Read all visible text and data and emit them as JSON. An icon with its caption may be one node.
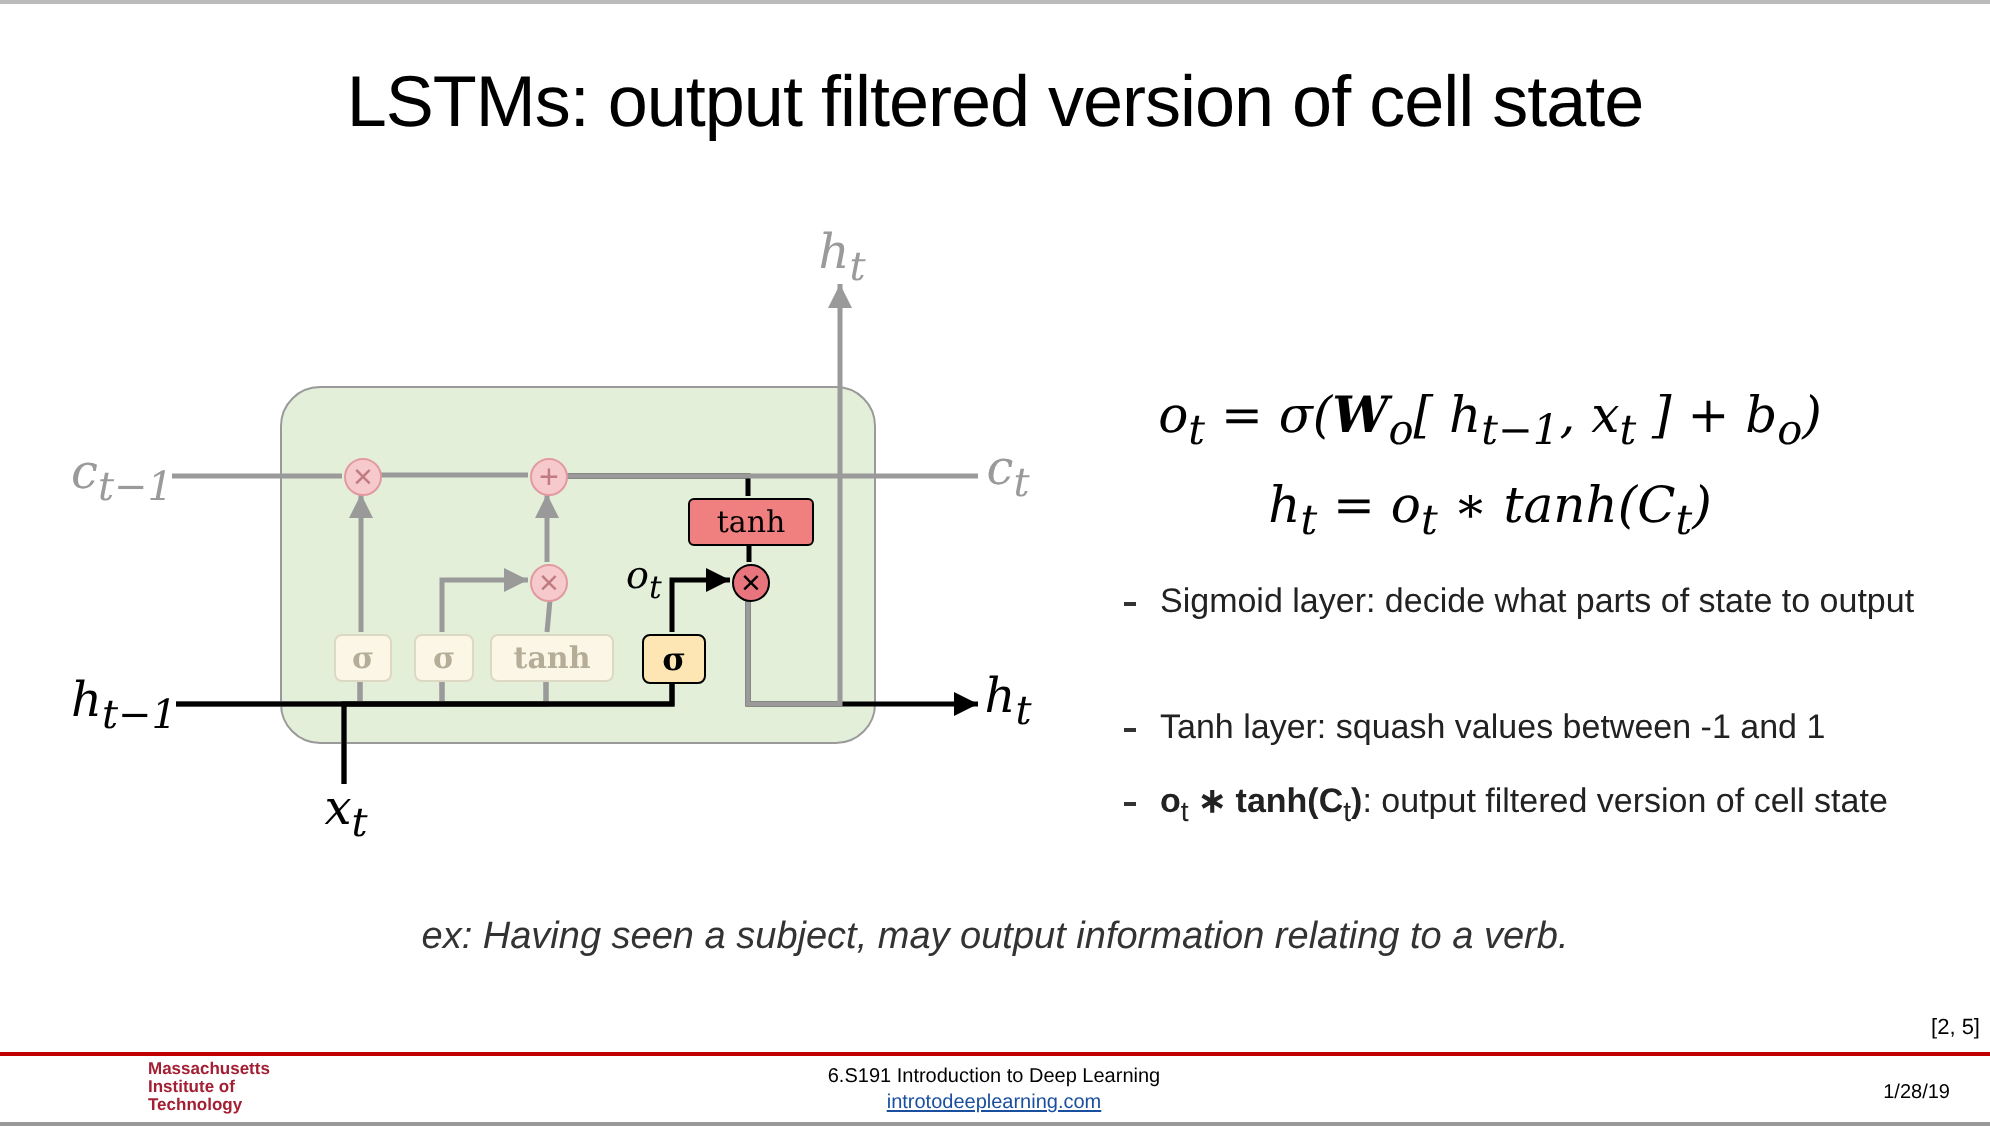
{
  "diagram": {
    "title": "LSTMs: output filtered version of cell state",
    "caption": "ex: Having seen a subject, may output information relating to a verb.",
    "nodes": [
      {
        "text": [],
        "shape": "box"
      },
      {
        "text": [
          "c$_{t−1}$"
        ]
      },
      {
        "text": [
          "c$_{t}$"
        ]
      },
      {
        "text": [
          "h$_{t−1}$"
        ]
      },
      {
        "text": [
          "h$_{t}$"
        ]
      },
      {
        "text": [
          "h$_{t}$"
        ]
      },
      {
        "text": [
          "x$_{t}$"
        ]
      },
      {
        "text": [
          "×"
        ],
        "in": 0
      },
      {
        "text": [
          "+"
        ],
        "in": 0
      },
      {
        "text": [
          "×"
        ],
        "in": 0
      },
      {
        "text": [
          "×"
        ],
        "in": 0
      },
      {
        "text": [
          "σ"
        ],
        "in": 0
      },
      {
        "text": [
          "σ"
        ],
        "in": 0
      },
      {
        "text": [
          "tanh"
        ],
        "in": 0
      },
      {
        "text": [
          "σ"
        ],
        "in": 0
      },
      {
        "text": [
          "tanh"
        ],
        "in": 0
      }
    ],
    "edges": [
      {
        "from": 1,
        "to": 7,
        "arrow": "none"
      },
      {
        "from": 7,
        "to": 8,
        "arrow": "none"
      },
      {
        "from": 8,
        "to": 2,
        "arrow": "none"
      },
      {
        "from": 11,
        "to": 7,
        "arrow": "to"
      },
      {
        "from": 12,
        "to": 9,
        "arrow": "to"
      },
      {
        "from": 13,
        "to": 9,
        "arrow": "none"
      },
      {
        "from": 9,
        "to": 8,
        "arrow": "to"
      },
      {
        "from": 3,
        "to": 11,
        "arrow": "none"
      },
      {
        "from": 6,
        "to": 11,
        "arrow": "none"
      },
      {
        "from": 3,
        "to": 12,
        "arrow": "none"
      },
      {
        "from": 6,
        "to": 12,
        "arrow": "none"
      },
      {
        "from": 3,
        "to": 13,
        "arrow": "none"
      },
      {
        "from": 6,
        "to": 13,
        "arrow": "none"
      },
      {
        "from": 3,
        "to": 14,
        "arrow": "none",
        "color": "#000000"
      },
      {
        "from": 6,
        "to": 14,
        "arrow": "none",
        "color": "#000000"
      },
      {
        "from": 14,
        "to": 10,
        "arrow": "to",
        "label": "o$_{t}$",
        "color": "#000000"
      },
      {
        "from": 8,
        "to": 15,
        "arrow": "none",
        "color": "#000000"
      },
      {
        "from": 15,
        "to": 10,
        "arrow": "none",
        "color": "#000000"
      },
      {
        "from": 10,
        "to": 4,
        "arrow": "to",
        "color": "#000000"
      },
      {
        "from": 10,
        "to": 5,
        "arrow": "to"
      }
    ],
    "labels": [
      "o$_{t}$ = σ(**W**$_{o}$[ h$_{t−1}$, x$_{t}$ ] + b$_{o}$)",
      "h$_{t}$ = o$_{t}$ ∗ tanh(C$_{t}$)",
      "Sigmoid layer: decide what parts of state to output",
      "Tanh layer: squash values between -1 and 1",
      "**o**$_{t}$ **∗ tanh(C**$_{t}$**)**: output filtered version of cell state",
      "[2, 5]",
      "Massachusetts Institute of Technology",
      "6.S191 Introduction to Deep Learning",
      "introtodeeplearning.com",
      "1/28/19"
    ]
  }
}
